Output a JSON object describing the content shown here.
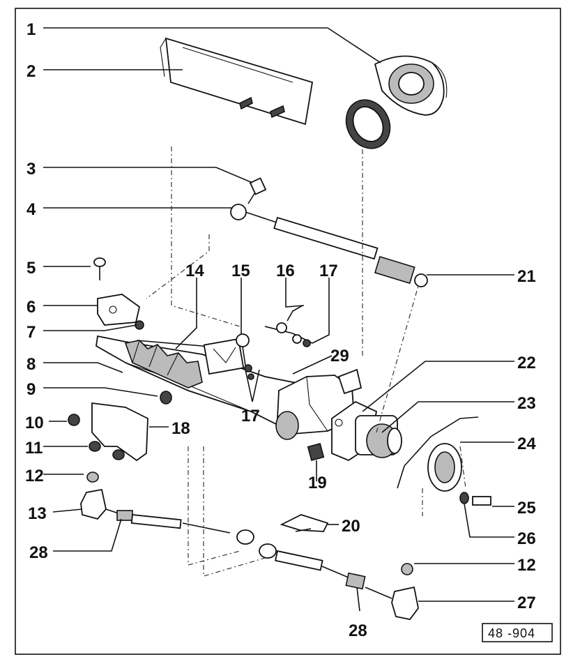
{
  "diagram": {
    "reference": "48 -904",
    "callouts": {
      "c1": "1",
      "c2": "2",
      "c3": "3",
      "c4": "4",
      "c5": "5",
      "c6": "6",
      "c7": "7",
      "c8": "8",
      "c9": "9",
      "c10": "10",
      "c11": "11",
      "c12a": "12",
      "c12b": "12",
      "c13": "13",
      "c14": "14",
      "c15": "15",
      "c16": "16",
      "c17a": "17",
      "c17b": "17",
      "c18": "18",
      "c19": "19",
      "c20": "20",
      "c21": "21",
      "c22": "22",
      "c23": "23",
      "c24": "24",
      "c25": "25",
      "c26": "26",
      "c27": "27",
      "c28a": "28",
      "c28b": "28",
      "c29": "29"
    }
  }
}
